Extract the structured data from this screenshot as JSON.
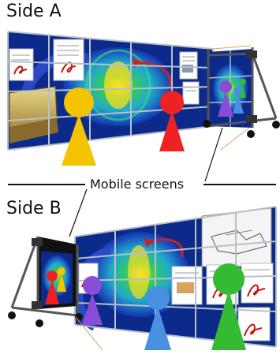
{
  "labels": {
    "side_a": "Side A",
    "side_b": "Side B",
    "mobile_screens": "Mobile screens"
  },
  "colors": {
    "person_yellow": "#f5c400",
    "person_red": "#ee2222",
    "person_purple": "#8a4bd6",
    "person_blue": "#4a90e0",
    "person_green": "#33bb33",
    "wall_blue": "#0b2a8a",
    "frame": "#666666"
  }
}
